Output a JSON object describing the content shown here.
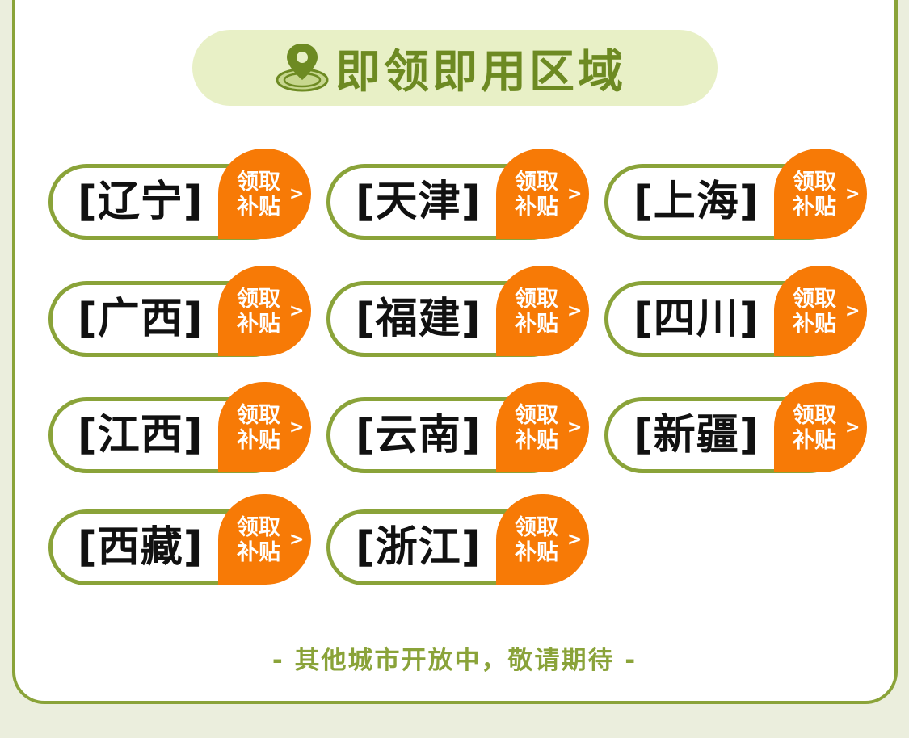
{
  "header": {
    "title": "即领即用区域",
    "icon": "location-pin-icon"
  },
  "cta_label": "领取补贴",
  "cta_arrow": ">",
  "regions": [
    {
      "label": "[辽宁]"
    },
    {
      "label": "[天津]"
    },
    {
      "label": "[上海]"
    },
    {
      "label": "[广西]"
    },
    {
      "label": "[福建]"
    },
    {
      "label": "[四川]"
    },
    {
      "label": "[江西]"
    },
    {
      "label": "[云南]"
    },
    {
      "label": "[新疆]"
    },
    {
      "label": "[西藏]"
    },
    {
      "label": "[浙江]"
    }
  ],
  "footer": {
    "note": "- 其他城市开放中，敬请期待 -"
  },
  "colors": {
    "background": "#ebeedd",
    "accent_green": "#8aa339",
    "header_bg": "#e8f0c6",
    "button_orange": "#f77a06"
  }
}
